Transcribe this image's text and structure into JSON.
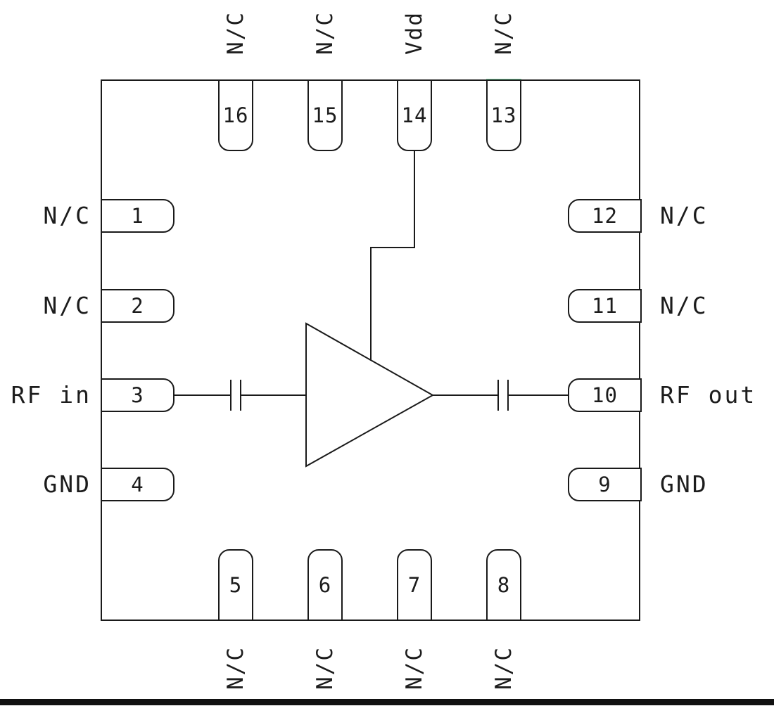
{
  "diagram": {
    "type": "ic-pinout-schematic",
    "description": "16-pad package pinout with internal amplifier, DC-block capacitors on RF in/out and Vdd feed to pin 14",
    "pins": {
      "left": [
        {
          "number": "1",
          "label": "N/C"
        },
        {
          "number": "2",
          "label": "N/C"
        },
        {
          "number": "3",
          "label": "RF in"
        },
        {
          "number": "4",
          "label": "GND"
        }
      ],
      "right": [
        {
          "number": "12",
          "label": "N/C"
        },
        {
          "number": "11",
          "label": "N/C"
        },
        {
          "number": "10",
          "label": "RF out"
        },
        {
          "number": "9",
          "label": "GND"
        }
      ],
      "top": [
        {
          "number": "16",
          "label": "N/C"
        },
        {
          "number": "15",
          "label": "N/C"
        },
        {
          "number": "14",
          "label": "Vdd"
        },
        {
          "number": "13",
          "label": "N/C"
        }
      ],
      "bottom": [
        {
          "number": "5",
          "label": "N/C"
        },
        {
          "number": "6",
          "label": "N/C"
        },
        {
          "number": "7",
          "label": "N/C"
        },
        {
          "number": "8",
          "label": "N/C"
        }
      ]
    },
    "colors": {
      "line": "#1a1a1a",
      "background": "#ffffff",
      "accent_green": "#00b050"
    }
  }
}
